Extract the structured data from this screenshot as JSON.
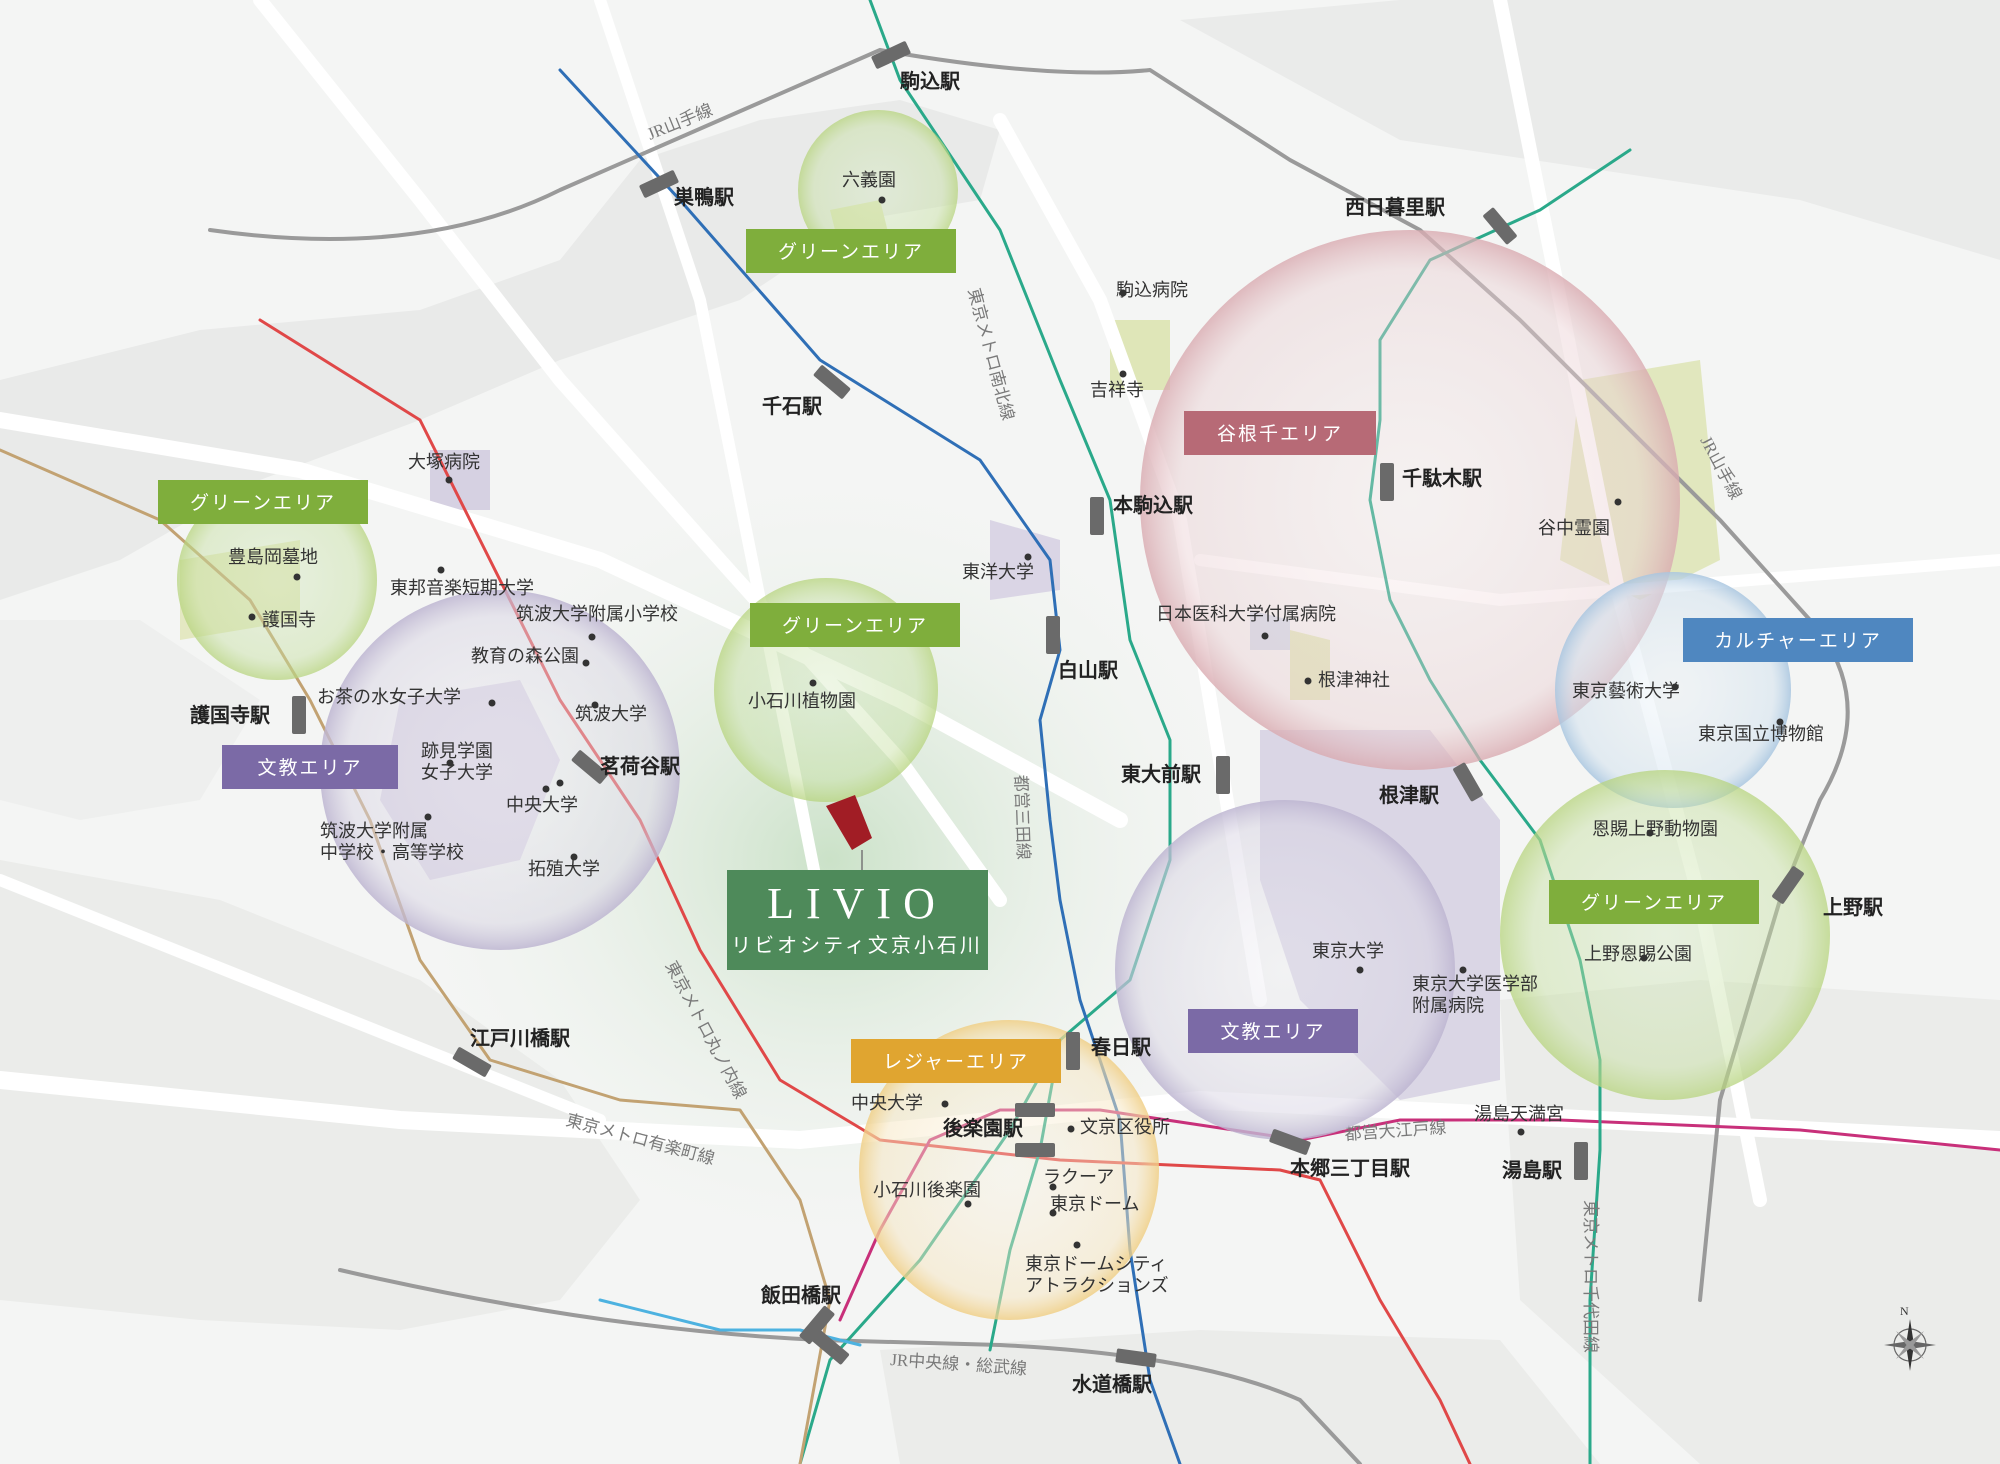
{
  "brand": {
    "title": "LIVIO",
    "subtitle": "リビオシティ文京小石川",
    "color": "#4e8a5a"
  },
  "areas": [
    {
      "id": "green-rikugien",
      "label": "グリーンエリア",
      "color": "#7fae3c"
    },
    {
      "id": "yanesen",
      "label": "谷根千エリア",
      "color": "#b76a76"
    },
    {
      "id": "green-zoshigaya",
      "label": "グリーンエリア",
      "color": "#7fae3c"
    },
    {
      "id": "green-koishikawa",
      "label": "グリーンエリア",
      "color": "#7fae3c"
    },
    {
      "id": "culture",
      "label": "カルチャーエリア",
      "color": "#4f87c0"
    },
    {
      "id": "bunkyo-west",
      "label": "文教エリア",
      "color": "#7b6aa6"
    },
    {
      "id": "green-ueno",
      "label": "グリーンエリア",
      "color": "#7fae3c"
    },
    {
      "id": "leisure",
      "label": "レジャーエリア",
      "color": "#e0a530"
    },
    {
      "id": "bunkyo-east",
      "label": "文教エリア",
      "color": "#7b6aa6"
    }
  ],
  "stations": [
    "駒込駅",
    "巣鴨駅",
    "西日暮里駅",
    "千石駅",
    "本駒込駅",
    "千駄木駅",
    "白山駅",
    "護国寺駅",
    "茗荷谷駅",
    "東大前駅",
    "根津駅",
    "上野駅",
    "江戸川橋駅",
    "春日駅",
    "後楽園駅",
    "本郷三丁目駅",
    "湯島駅",
    "飯田橋駅",
    "水道橋駅"
  ],
  "pois": [
    "六義園",
    "駒込病院",
    "吉祥寺",
    "大塚病院",
    "谷中霊園",
    "東洋大学",
    "豊島岡墓地",
    "護国寺",
    "東邦音楽短期大学",
    "筑波大学附属小学校",
    "教育の森公園",
    "日本医科大学付属病院",
    "小石川植物園",
    "根津神社",
    "お茶の水女子大学",
    "筑波大学",
    "東京藝術大学",
    "東京国立博物館",
    "跡見学園\n女子大学",
    "中央大学",
    "恩賜上野動物園",
    "筑波大学附属\n中学校・高等学校",
    "拓殖大学",
    "上野恩賜公園",
    "東京大学",
    "東京大学医学部\n附属病院",
    "中央大学",
    "文京区役所",
    "湯島天満宮",
    "小石川後楽園",
    "ラクーア",
    "東京ドーム",
    "東京ドームシティ\nアトラクションズ"
  ],
  "lines": [
    {
      "id": "jr-yamanote-top",
      "label": "JR山手線",
      "color": "#9a9a9a"
    },
    {
      "id": "jr-yamanote-right",
      "label": "JR山手線",
      "color": "#9a9a9a"
    },
    {
      "id": "namboku",
      "label": "東京メトロ南北線",
      "color": "#2aa98a"
    },
    {
      "id": "mita",
      "label": "都営三田線",
      "color": "#2f6fb6"
    },
    {
      "id": "marunouchi",
      "label": "東京メトロ丸ノ内線",
      "color": "#e04848"
    },
    {
      "id": "yurakucho",
      "label": "東京メトロ有楽町線",
      "color": "#c2a272"
    },
    {
      "id": "oedo",
      "label": "都営大江戸線",
      "color": "#c8307a"
    },
    {
      "id": "chiyoda",
      "label": "東京メトロ千代田線",
      "color": "#2aa98a"
    },
    {
      "id": "chuo-sobu",
      "label": "JR中央線・総武線",
      "color": "#9a9a9a"
    }
  ],
  "compass": {
    "label": "N",
    "icon": "compass-rose-icon"
  }
}
